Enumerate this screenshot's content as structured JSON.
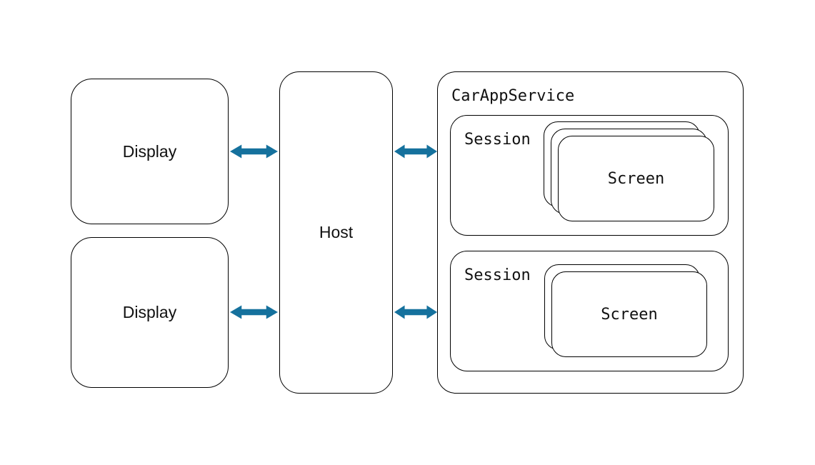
{
  "diagram": {
    "colors": {
      "arrow": "#15719D",
      "border": "#000000",
      "background": "#FFFFFF",
      "text": "#111111"
    },
    "displays": [
      {
        "label": "Display"
      },
      {
        "label": "Display"
      }
    ],
    "host": {
      "label": "Host"
    },
    "service": {
      "label": "CarAppService",
      "sessions": [
        {
          "label": "Session",
          "screen": {
            "label": "Screen"
          },
          "screen_stack_count": 3
        },
        {
          "label": "Session",
          "screen": {
            "label": "Screen"
          },
          "screen_stack_count": 2
        }
      ]
    },
    "connections": [
      {
        "from": "Display (top)",
        "to": "Host",
        "type": "bidirectional"
      },
      {
        "from": "Host",
        "to": "Session (top) in CarAppService",
        "type": "bidirectional"
      },
      {
        "from": "Display (bottom)",
        "to": "Host",
        "type": "bidirectional"
      },
      {
        "from": "Host",
        "to": "Session (bottom) in CarAppService",
        "type": "bidirectional"
      }
    ]
  }
}
